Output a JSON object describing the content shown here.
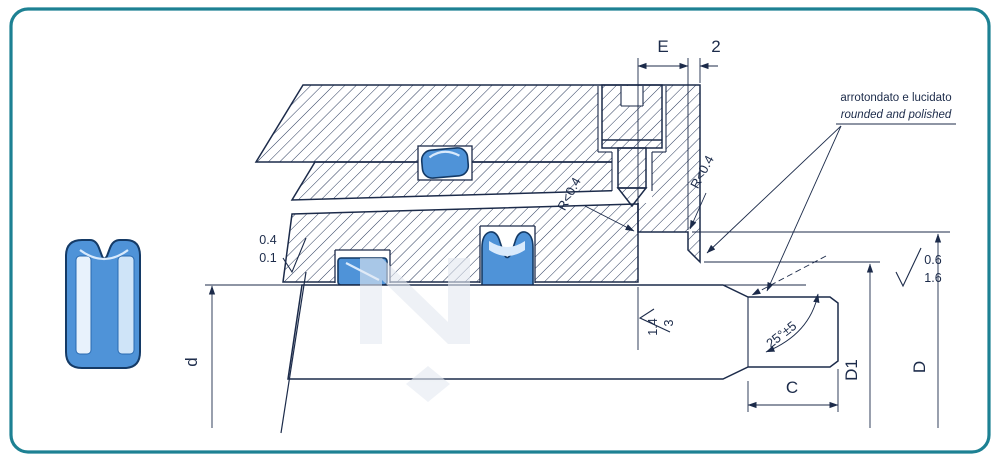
{
  "page": {
    "background": "#ffffff",
    "border_color": "#1d8193"
  },
  "labels": {
    "e": "E",
    "two": "2",
    "d": "d",
    "D1": "D1",
    "D": "D",
    "c": "C",
    "angle": "25°±5",
    "radius_left": "R<0.4",
    "radius_right": "R<0.4"
  },
  "surface": {
    "left_top": "0.4",
    "left_bottom": "0.1",
    "mid_top": "1.4",
    "mid_bottom": "3",
    "right_top": "0.6",
    "right_bottom": "1.6"
  },
  "notes": {
    "italian": "arrotondato e lucidato",
    "english": "rounded and polished"
  },
  "colors": {
    "line": "#1c2b4a",
    "seal": "#4f93d8",
    "seal_dark": "#143a66",
    "seal_light": "#d9eafc",
    "hatch": "#2a3a5c",
    "watermark": "#e4e9f1"
  }
}
